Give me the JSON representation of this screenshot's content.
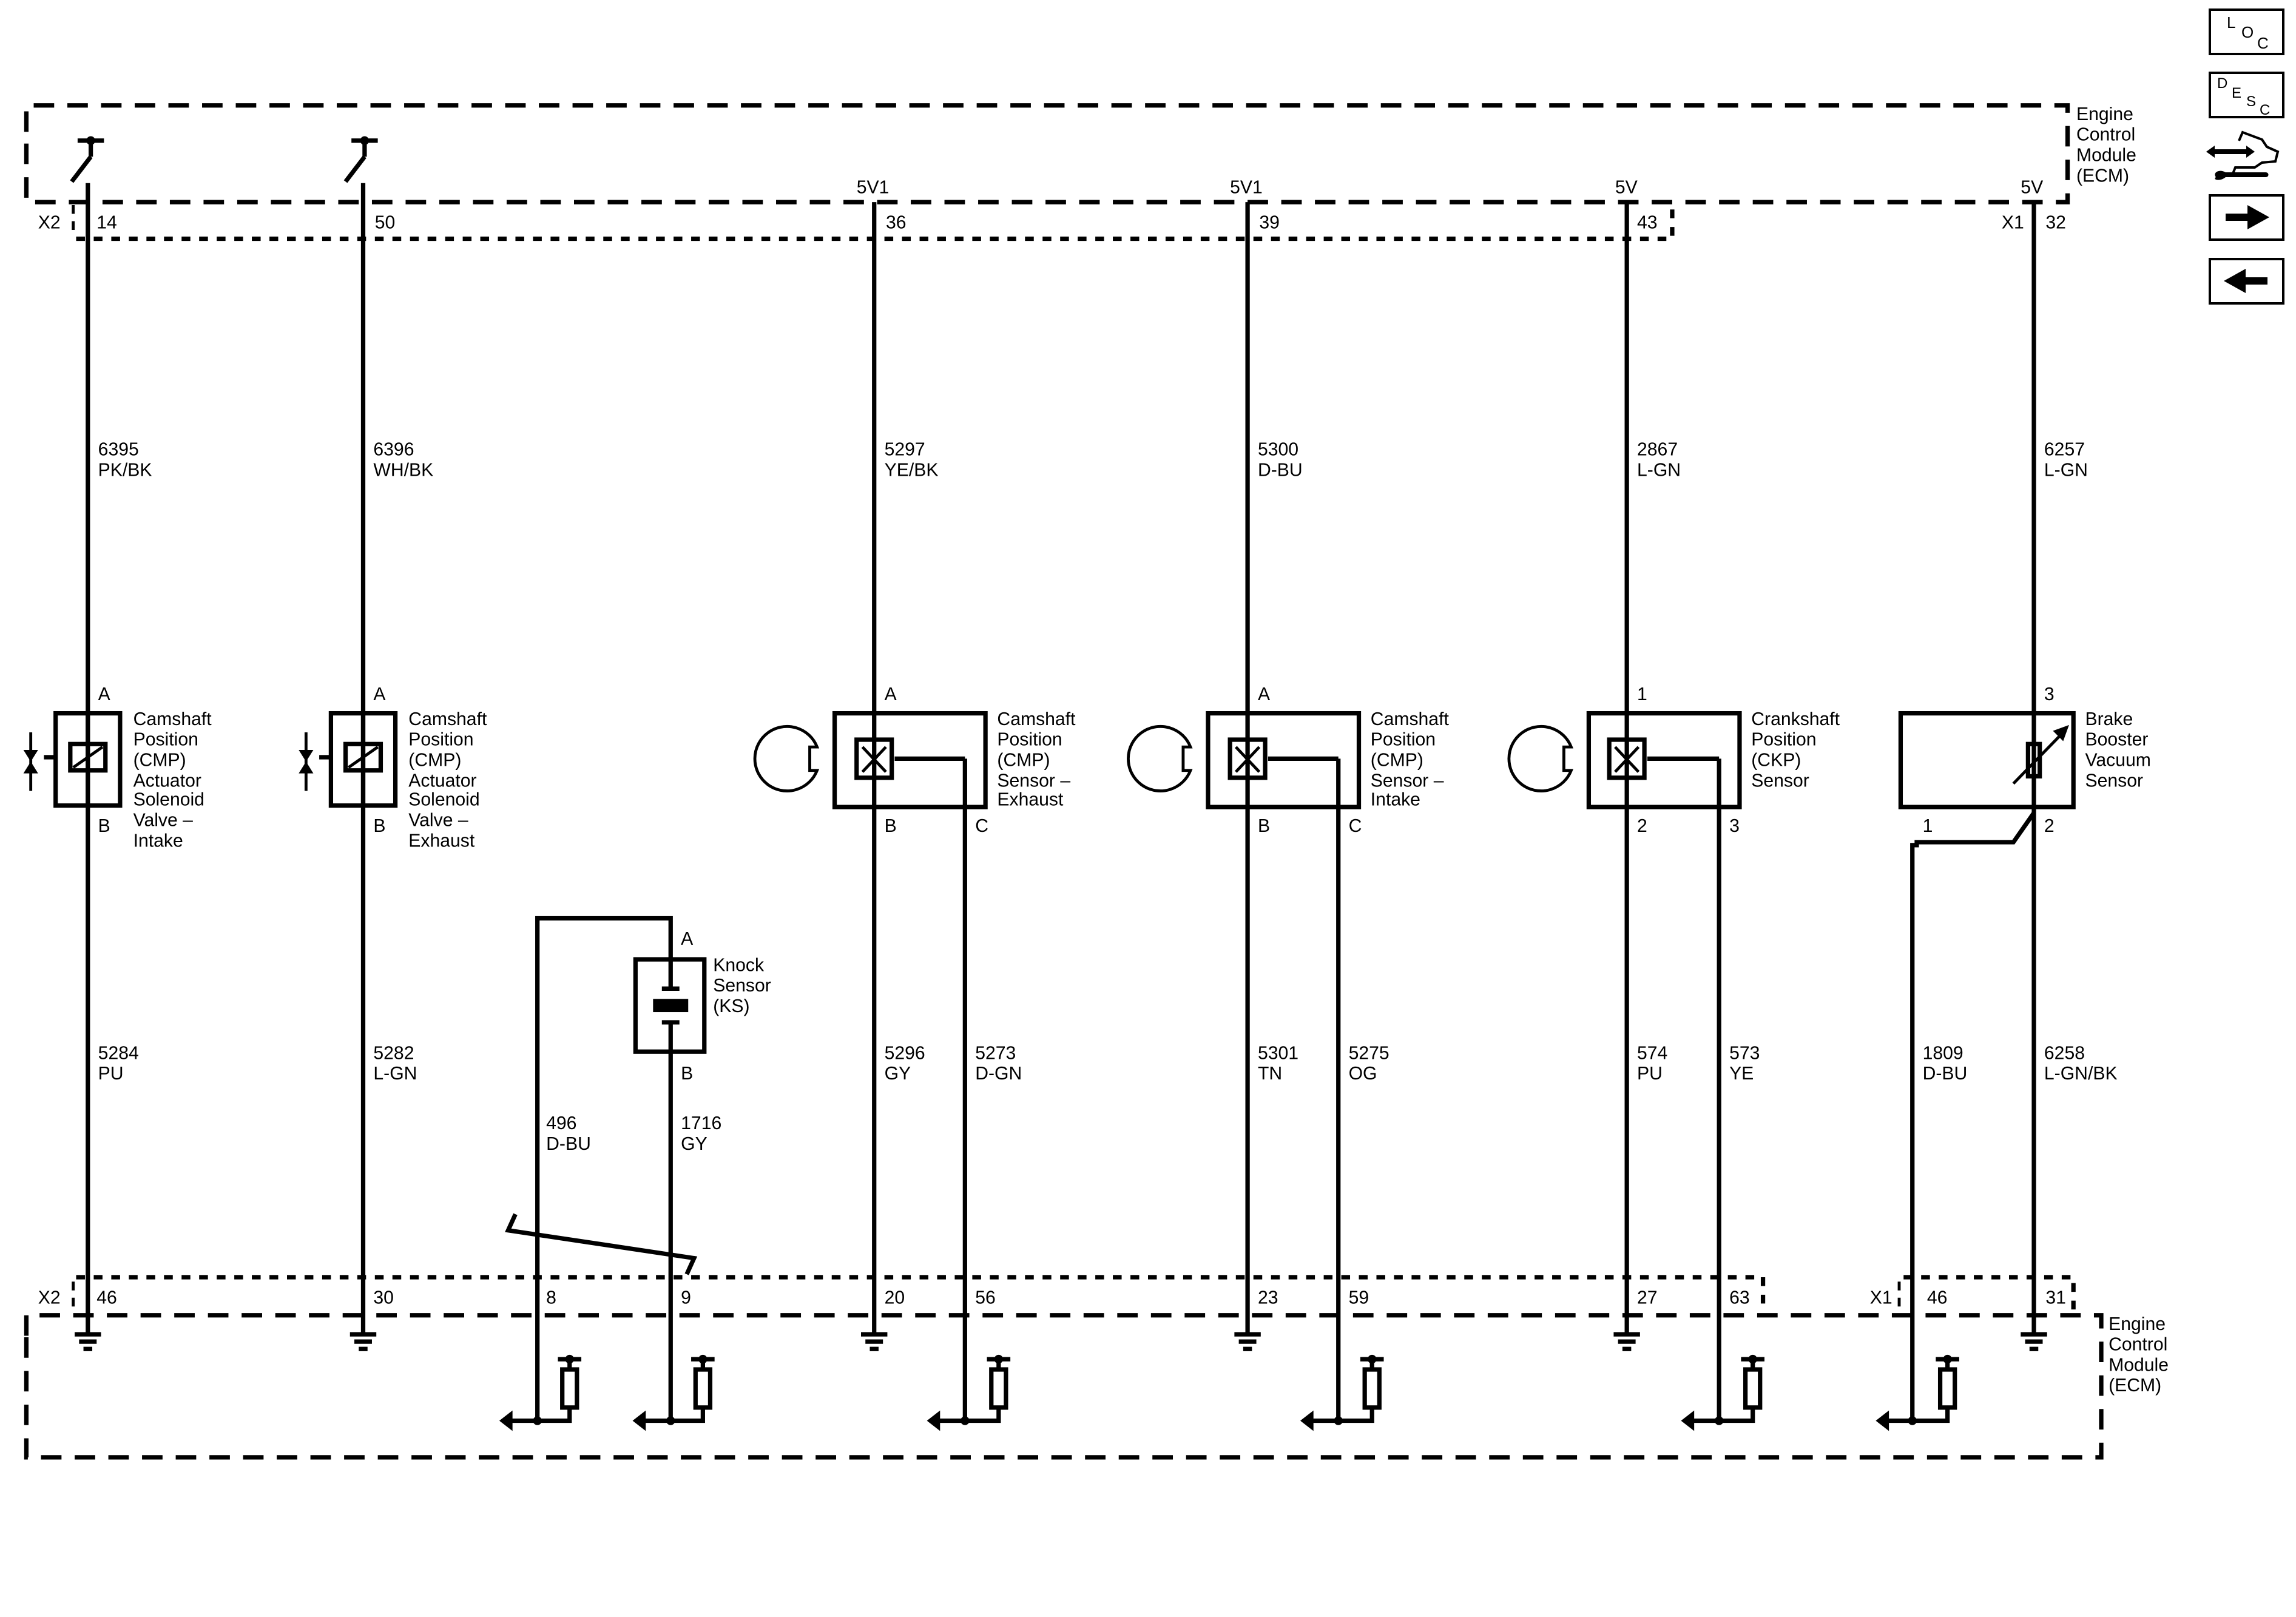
{
  "ecm": {
    "name_lines": [
      "Engine",
      "Control",
      "Module",
      "(ECM)"
    ],
    "top_connector_left": "X2",
    "top_connector_right": "X1",
    "bottom_connector_left": "X2",
    "bottom_connector_right": "X1"
  },
  "supply_labels": {
    "c3": "5V1",
    "c4": "5V1",
    "c5": "5V",
    "c6": "5V"
  },
  "top_pins": {
    "c1": "14",
    "c2": "50",
    "c3": "36",
    "c4": "39",
    "c5": "43",
    "c6": "32"
  },
  "top_wires": [
    {
      "circuit": "6395",
      "color": "PK/BK"
    },
    {
      "circuit": "6396",
      "color": "WH/BK"
    },
    {
      "circuit": "5297",
      "color": "YE/BK"
    },
    {
      "circuit": "5300",
      "color": "D-BU"
    },
    {
      "circuit": "2867",
      "color": "L-GN"
    },
    {
      "circuit": "6257",
      "color": "L-GN"
    }
  ],
  "components": {
    "cmp_intake": {
      "name_lines": [
        "Camshaft",
        "Position",
        "(CMP)",
        "Actuator",
        "Solenoid",
        "Valve –",
        "Intake"
      ],
      "pin_top": "A",
      "pin_bottom": "B"
    },
    "cmp_exhaust": {
      "name_lines": [
        "Camshaft",
        "Position",
        "(CMP)",
        "Actuator",
        "Solenoid",
        "Valve –",
        "Exhaust"
      ],
      "pin_top": "A",
      "pin_bottom": "B"
    },
    "cmp_sensor_exhaust": {
      "name_lines": [
        "Camshaft",
        "Position",
        "(CMP)",
        "Sensor –",
        "Exhaust"
      ],
      "pin_top": "A",
      "pin_b": "B",
      "pin_c": "C"
    },
    "cmp_sensor_intake": {
      "name_lines": [
        "Camshaft",
        "Position",
        "(CMP)",
        "Sensor –",
        "Intake"
      ],
      "pin_top": "A",
      "pin_b": "B",
      "pin_c": "C"
    },
    "ckp_sensor": {
      "name_lines": [
        "Crankshaft",
        "Position",
        "(CKP)",
        "Sensor"
      ],
      "pin_top": "1",
      "pin_b": "2",
      "pin_c": "3"
    },
    "brake_booster": {
      "name_lines": [
        "Brake",
        "Booster",
        "Vacuum",
        "Sensor"
      ],
      "pin_top": "3",
      "pin_1": "1",
      "pin_2": "2"
    },
    "knock_sensor": {
      "name_lines": [
        "Knock",
        "Sensor",
        "(KS)"
      ],
      "pin_top": "A",
      "pin_bottom": "B"
    }
  },
  "bottom_wires": [
    {
      "circuit": "5284",
      "color": "PU"
    },
    {
      "circuit": "5282",
      "color": "L-GN"
    },
    {
      "circuit": "496",
      "color": "D-BU"
    },
    {
      "circuit": "1716",
      "color": "GY"
    },
    {
      "circuit": "5296",
      "color": "GY"
    },
    {
      "circuit": "5273",
      "color": "D-GN"
    },
    {
      "circuit": "5301",
      "color": "TN"
    },
    {
      "circuit": "5275",
      "color": "OG"
    },
    {
      "circuit": "574",
      "color": "PU"
    },
    {
      "circuit": "573",
      "color": "YE"
    },
    {
      "circuit": "1809",
      "color": "D-BU"
    },
    {
      "circuit": "6258",
      "color": "L-GN/BK"
    }
  ],
  "bottom_pins": [
    "46",
    "30",
    "8",
    "9",
    "20",
    "56",
    "23",
    "59",
    "27",
    "63",
    "46",
    "31"
  ],
  "nav": {
    "loc": [
      "L",
      "O",
      "C"
    ],
    "desc": [
      "D",
      "E",
      "S",
      "C"
    ]
  }
}
